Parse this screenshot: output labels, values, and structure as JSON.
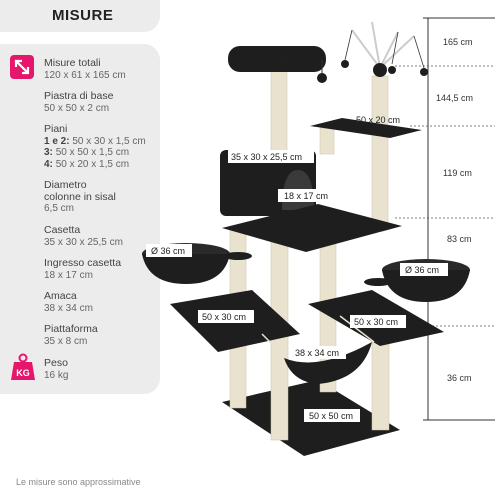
{
  "header": {
    "title": "MISURE"
  },
  "specs": [
    {
      "title": "Misure totali",
      "value": "120 x 61 x 165 cm"
    },
    {
      "title": "Piastra di base",
      "value": "50 x 50 x 2 cm"
    },
    {
      "title": "Piani",
      "line1_key": "1 e 2:",
      "line1_val": "50 x 30 x 1,5 cm",
      "line2_key": "3:",
      "line2_val": "50 x 50 x 1,5 cm",
      "line3_key": "4:",
      "line3_val": "50 x 20 x 1,5 cm"
    },
    {
      "title": "Diametro",
      "title2": "colonne in sisal",
      "value": "6,5 cm"
    },
    {
      "title": "Casetta",
      "value": "35 x 30 x 25,5 cm"
    },
    {
      "title": "Ingresso casetta",
      "value": "18 x 17 cm"
    },
    {
      "title": "Amaca",
      "value": "38 x 34 cm"
    },
    {
      "title": "Piattaforma",
      "value": "35 x 8 cm"
    },
    {
      "title": "Peso",
      "value": "16 kg"
    }
  ],
  "kg_icon_text": "KG",
  "diagram_labels": {
    "top_platform": "35 x 8 cm",
    "upper_shelf": "50 x 20 cm",
    "house": "35 x 30 x 25,5 cm",
    "entrance": "18 x 17 cm",
    "left_bowl": "Ø 36 cm",
    "right_bowl": "Ø 36 cm",
    "left_platform": "50 x 30 cm",
    "right_platform": "50 x 30 cm",
    "hammock": "38 x 34 cm",
    "base": "50 x 50 cm"
  },
  "heights": [
    "165 cm",
    "144,5 cm",
    "119 cm",
    "83 cm",
    "36 cm"
  ],
  "footnote": "Le misure sono approssimative",
  "colors": {
    "accent": "#e5166b",
    "plush": "#1e1e1e",
    "sisal": "#e9e2cf",
    "panel": "#ececec"
  }
}
